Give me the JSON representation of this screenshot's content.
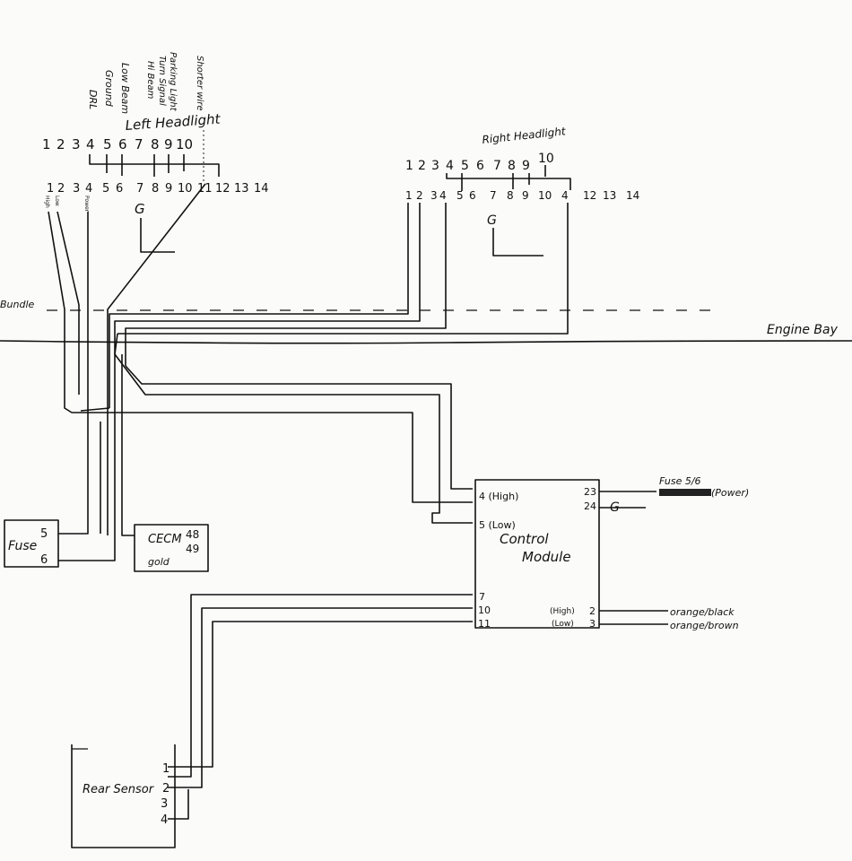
{
  "left_headlight": {
    "title": "Left Headlight",
    "function_labels": [
      "DRL",
      "Ground",
      "Low Beam",
      "Hi Beam",
      "Turn Signal",
      "Parking Light",
      "Shorter wire"
    ],
    "top_pins": [
      "1",
      "2",
      "3",
      "4",
      "5",
      "6",
      "7",
      "8",
      "9",
      "10"
    ],
    "bottom_pins": [
      "1",
      "2",
      "3",
      "4",
      "5",
      "6",
      "7",
      "8",
      "9",
      "10",
      "11",
      "12",
      "13",
      "14"
    ],
    "wire_labels": [
      "High",
      "Low",
      "Power"
    ],
    "ground": "G"
  },
  "right_headlight": {
    "title": "Right Headlight",
    "top_pins": [
      "1",
      "2",
      "3",
      "4",
      "5",
      "6",
      "7",
      "8",
      "9",
      "10"
    ],
    "bottom_pins": [
      "1",
      "2",
      "3",
      "4",
      "5",
      "6",
      "7",
      "8",
      "9",
      "10",
      "4",
      "12",
      "13",
      "14"
    ],
    "ground": "G"
  },
  "bundle_label": "Bundle",
  "engine_bay_label": "Engine Bay",
  "fuse": {
    "label": "Fuse",
    "pins": [
      "5",
      "6"
    ]
  },
  "cecm": {
    "label": "CECM",
    "sublabel": "gold",
    "pins": [
      "48",
      "49"
    ]
  },
  "control_module": {
    "title": "Control",
    "title2": "Module",
    "left_pins": [
      "4 (High)",
      "5 (Low)",
      "7",
      "10",
      "11"
    ],
    "right_pins": [
      "23",
      "24",
      "2",
      "3"
    ],
    "right_pin_notes": [
      "(High)",
      "(Low)"
    ],
    "ground": "G",
    "outputs": [
      "Fuse 5/6",
      "(Power)",
      "orange/black",
      "orange/brown"
    ]
  },
  "rear_sensor": {
    "label": "Rear Sensor",
    "pins": [
      "1",
      "2",
      "3",
      "4"
    ]
  }
}
